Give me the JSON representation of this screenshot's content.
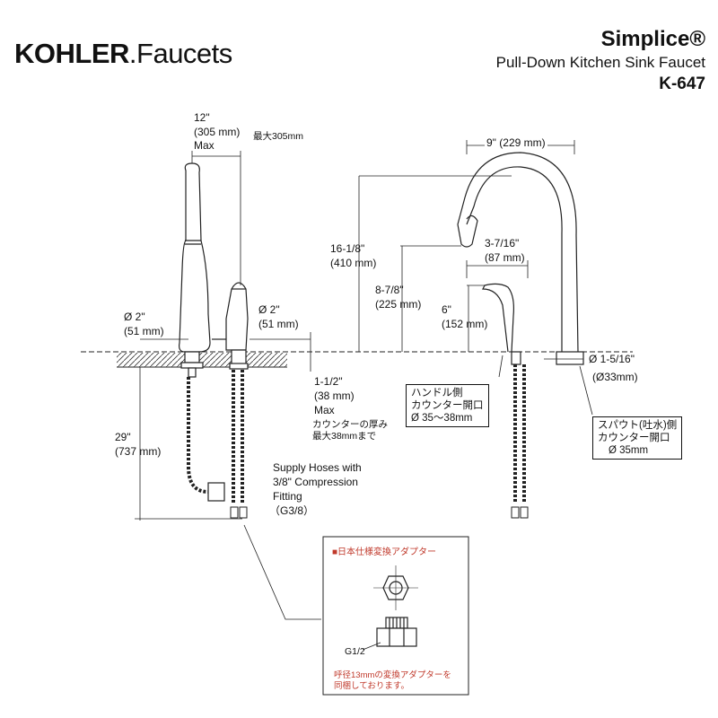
{
  "header": {
    "brand": "KOHLER",
    "brand_suffix": "Faucets",
    "product_name": "Simplice®",
    "product_type": "Pull-Down Kitchen Sink Faucet",
    "model": "K-647"
  },
  "side_view": {
    "reach_dim": "12\"",
    "reach_dim_mm": "(305 mm)",
    "reach_max": "Max",
    "reach_jp": "最大305mm",
    "spout_dia": "Ø 2\"",
    "spout_dia_mm": "(51 mm)",
    "handle_dia": "Ø 2\"",
    "handle_dia_mm": "(51 mm)",
    "deck_thickness": "1-1/2\"",
    "deck_thickness_mm": "(38 mm)",
    "deck_max": "Max",
    "deck_jp_1": "カウンターの厚み",
    "deck_jp_2": "最大38mmまで",
    "hose_length": "29\"",
    "hose_length_mm": "(737 mm)",
    "supply_1": "Supply Hoses with",
    "supply_2": "3/8\" Compression",
    "supply_3": "Fitting",
    "supply_jp": "（G3/8）"
  },
  "front_view": {
    "spout_reach": "9\" (229 mm)",
    "total_height": "16-1/8\"",
    "total_height_mm": "(410 mm)",
    "outlet_reach": "3-7/16\"",
    "outlet_reach_mm": "(87 mm)",
    "outlet_height": "8-7/8\"",
    "outlet_height_mm": "(225 mm)",
    "handle_height": "6\"",
    "handle_height_mm": "(152 mm)",
    "base_dia": "Ø 1-5/16\"",
    "base_dia_mm": "(Ø33mm)",
    "handle_box_1": "ハンドル側",
    "handle_box_2": "カウンター開口",
    "handle_box_3": "Ø 35〜38mm",
    "spout_box_1": "スパウト(吐水)側",
    "spout_box_2": "カウンター開口",
    "spout_box_3": "Ø 35mm"
  },
  "adapter": {
    "title": "■日本仕様変換アダプター",
    "thread": "G1/2",
    "note_1": "呼径13mmの変換アダプターを",
    "note_2": "同梱しております。",
    "accent_color": "#c0392b"
  }
}
